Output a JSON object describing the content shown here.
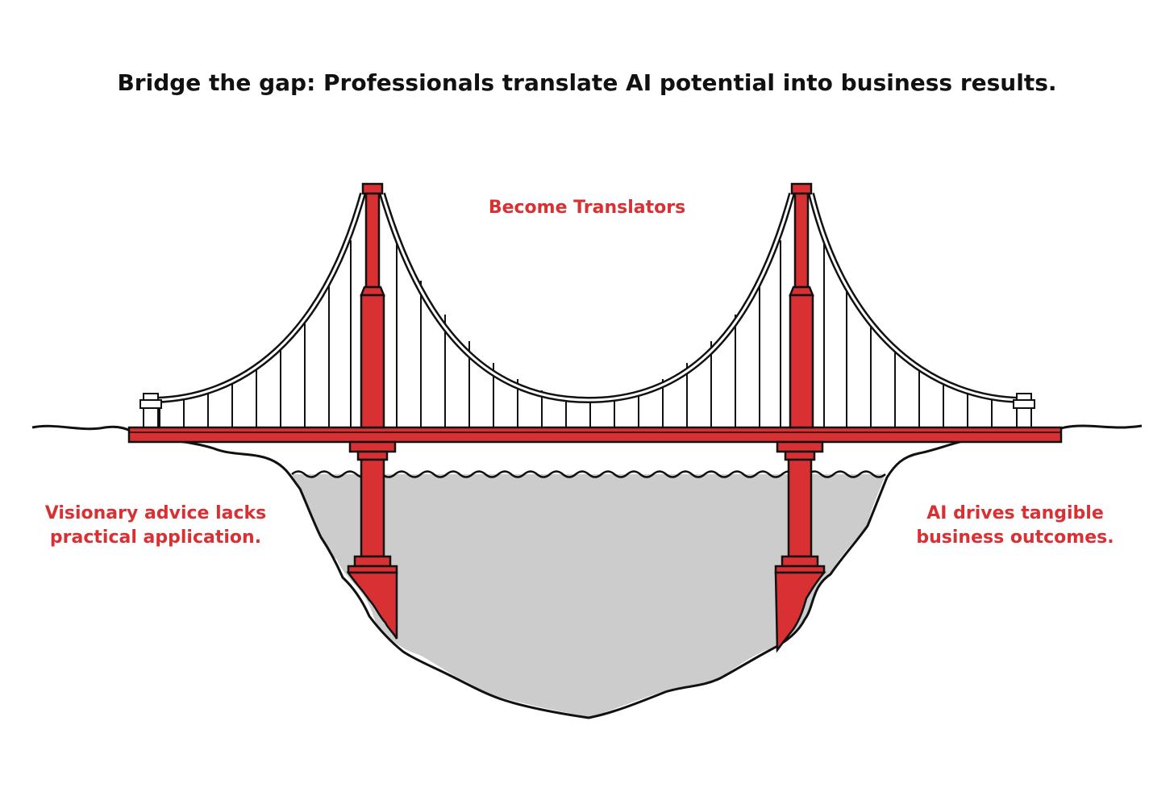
{
  "title": "Bridge the gap: Professionals translate AI potential into business results.",
  "labels": {
    "center": "Become Translators",
    "left_line1": "Visionary advice lacks",
    "left_line2": "practical application.",
    "right_line1": "AI drives tangible",
    "right_line2": "business outcomes."
  },
  "colors": {
    "accent_red": "#d93033",
    "water_gray": "#cccccc",
    "outline": "#111111",
    "background": "#ffffff"
  }
}
